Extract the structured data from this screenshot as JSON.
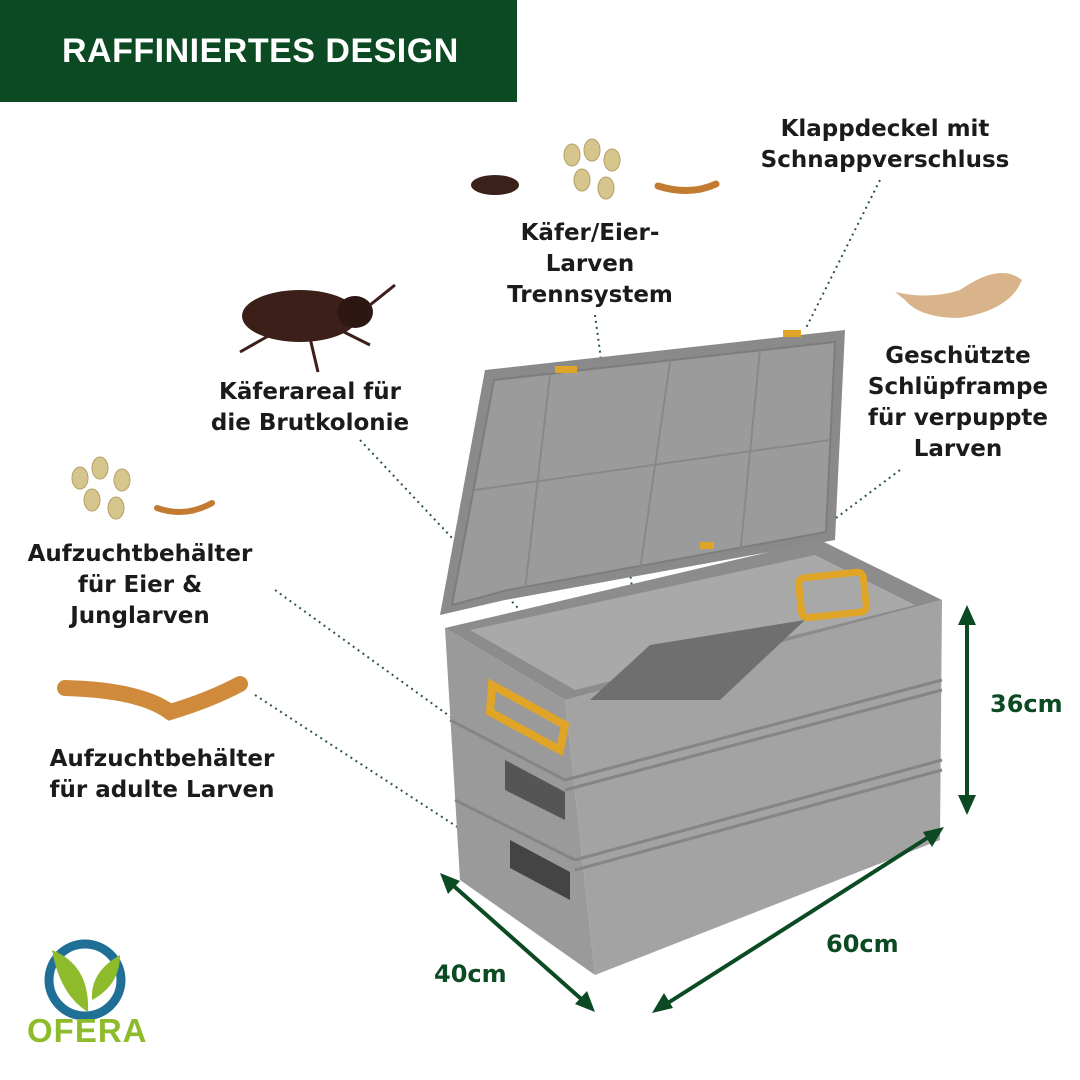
{
  "header": {
    "title": "RAFFINIERTES DESIGN"
  },
  "labels": {
    "lid": [
      "Klappdeckel mit",
      "Schnappverschluss"
    ],
    "separator": [
      "Käfer/Eier-",
      "Larven",
      "Trennsystem"
    ],
    "beetle_area": [
      "Käferareal für",
      "die Brutkolonie"
    ],
    "ramp": [
      "Geschützte",
      "Schlüpframpe",
      "für verpuppte",
      "Larven"
    ],
    "egg_container": [
      "Aufzuchtbehälter",
      "für Eier &",
      "Junglarven"
    ],
    "adult_container": [
      "Aufzuchtbehälter",
      "für adulte Larven"
    ]
  },
  "dimensions": {
    "height": "36cm",
    "length": "60cm",
    "width": "40cm"
  },
  "logo": {
    "name": "OFERA"
  },
  "colors": {
    "brand": "#0b4a22",
    "box": "#8e8e8e",
    "handle": "#e0a526",
    "logo_green": "#8dbb2c",
    "logo_blue": "#1f6f96"
  }
}
